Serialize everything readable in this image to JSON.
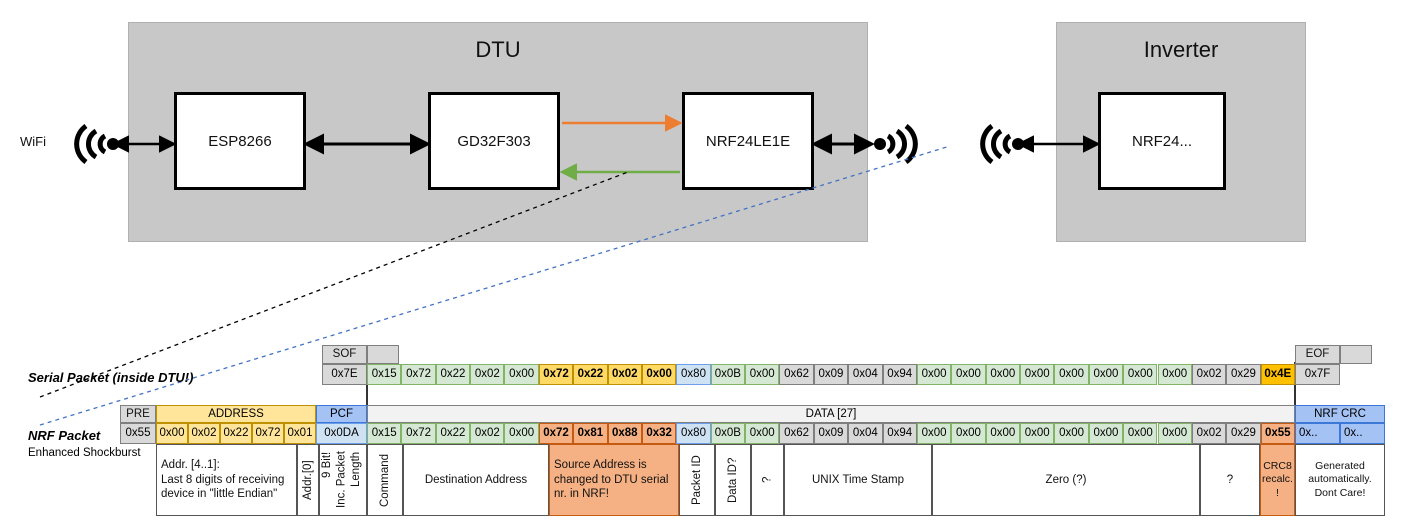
{
  "diagram": {
    "dtu": {
      "title": "DTU",
      "chips": [
        "ESP8266",
        "GD32F303",
        "NRF24LE1E"
      ],
      "wifi_label": "WiFi"
    },
    "inverter": {
      "title": "Inverter",
      "chips": [
        "NRF24..."
      ]
    },
    "colors": {
      "tx_arrow": "#ed7d31",
      "rx_arrow": "#70ad47",
      "enclosure": "#c8c8c8"
    }
  },
  "serial_packet": {
    "label": "Serial Packet (inside DTU!)",
    "sof_header": "SOF",
    "eof_header": "EOF",
    "sof_value": "0x7E",
    "eof_value": "0x7F",
    "bytes": [
      {
        "v": "0x15",
        "t": "green"
      },
      {
        "v": "0x72",
        "t": "green"
      },
      {
        "v": "0x22",
        "t": "green"
      },
      {
        "v": "0x02",
        "t": "green"
      },
      {
        "v": "0x00",
        "t": "green"
      },
      {
        "v": "0x72",
        "t": "yellow"
      },
      {
        "v": "0x22",
        "t": "yellow"
      },
      {
        "v": "0x02",
        "t": "yellow"
      },
      {
        "v": "0x00",
        "t": "yellow"
      },
      {
        "v": "0x80",
        "t": "blue"
      },
      {
        "v": "0x0B",
        "t": "green"
      },
      {
        "v": "0x00",
        "t": "green"
      },
      {
        "v": "0x62",
        "t": "gray"
      },
      {
        "v": "0x09",
        "t": "gray"
      },
      {
        "v": "0x04",
        "t": "gray"
      },
      {
        "v": "0x94",
        "t": "gray"
      },
      {
        "v": "0x00",
        "t": "green"
      },
      {
        "v": "0x00",
        "t": "green"
      },
      {
        "v": "0x00",
        "t": "green"
      },
      {
        "v": "0x00",
        "t": "green"
      },
      {
        "v": "0x00",
        "t": "green"
      },
      {
        "v": "0x00",
        "t": "green"
      },
      {
        "v": "0x00",
        "t": "green"
      },
      {
        "v": "0x00",
        "t": "green"
      },
      {
        "v": "0x02",
        "t": "gray"
      },
      {
        "v": "0x29",
        "t": "gray"
      },
      {
        "v": "0x4E",
        "t": "amber"
      }
    ]
  },
  "nrf_packet": {
    "label": "NRF Packet",
    "sublabel": "Enhanced Shockburst",
    "headers": {
      "pre": "PRE",
      "address": "ADDRESS",
      "pcf": "PCF",
      "data": "DATA [27]",
      "nrf_crc": "NRF CRC"
    },
    "pre_value": "0x55",
    "address_values": [
      "0x00",
      "0x02",
      "0x22",
      "0x72",
      "0x01"
    ],
    "pcf_value": "0x0DA",
    "crc_values": [
      "0x..",
      "0x.."
    ],
    "bytes": [
      {
        "v": "0x15",
        "t": "green"
      },
      {
        "v": "0x72",
        "t": "green"
      },
      {
        "v": "0x22",
        "t": "green"
      },
      {
        "v": "0x02",
        "t": "green"
      },
      {
        "v": "0x00",
        "t": "green"
      },
      {
        "v": "0x72",
        "t": "orange"
      },
      {
        "v": "0x81",
        "t": "orange"
      },
      {
        "v": "0x88",
        "t": "orange"
      },
      {
        "v": "0x32",
        "t": "orange"
      },
      {
        "v": "0x80",
        "t": "blue"
      },
      {
        "v": "0x0B",
        "t": "green"
      },
      {
        "v": "0x00",
        "t": "green"
      },
      {
        "v": "0x62",
        "t": "gray"
      },
      {
        "v": "0x09",
        "t": "gray"
      },
      {
        "v": "0x04",
        "t": "gray"
      },
      {
        "v": "0x94",
        "t": "gray"
      },
      {
        "v": "0x00",
        "t": "green"
      },
      {
        "v": "0x00",
        "t": "green"
      },
      {
        "v": "0x00",
        "t": "green"
      },
      {
        "v": "0x00",
        "t": "green"
      },
      {
        "v": "0x00",
        "t": "green"
      },
      {
        "v": "0x00",
        "t": "green"
      },
      {
        "v": "0x00",
        "t": "green"
      },
      {
        "v": "0x00",
        "t": "green"
      },
      {
        "v": "0x02",
        "t": "gray"
      },
      {
        "v": "0x29",
        "t": "gray"
      },
      {
        "v": "0x55",
        "t": "crc"
      }
    ],
    "notes": {
      "address": "Addr. [4..1]:\nLast 8 digits of receiving\ndevice in \"little Endian\"",
      "addr0": "Addr.[0]",
      "pcf": "9 Bit!\nInc. Packet\nLength",
      "command": "Command",
      "destination": "Destination Address",
      "source": "Source Address is\nchanged to DTU serial\nnr. in NRF!",
      "packet_id": "Packet ID",
      "data_id": "Data ID?",
      "unknown1": "?",
      "timestamp": "UNIX Time Stamp",
      "zero": "Zero (?)",
      "unknown2": "?",
      "crc8": "CRC8\nrecalc.\n!",
      "nrfcrc": "Generated\nautomatically.\nDont Care!"
    }
  }
}
